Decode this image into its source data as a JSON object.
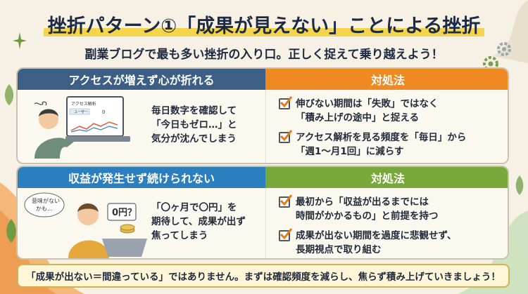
{
  "title": "挫折パターン①「成果が見えない」ことによる挫折",
  "subtitle": "副業ブログで最も多い挫折の入り口。正しく捉えて乗り越えよう！",
  "panel1": {
    "problem_title": "アクセスが増えず心が折れる",
    "solution_title": "対処法",
    "screen_title": "アクセス解析",
    "screen_user_label": "ユーザー",
    "screen_zero": "0",
    "quote_lines": [
      "毎日数字を確認して",
      "「今日もゼロ…」と",
      "気分が沈んでしまう"
    ],
    "items": [
      {
        "lines": [
          "伸びない期間は「失敗」ではなく",
          "「積み上げの途中」と捉える"
        ]
      },
      {
        "lines": [
          "アクセス解析を見る頻度を「毎日」から",
          "「週1〜月1回」に減らす"
        ]
      }
    ]
  },
  "panel2": {
    "problem_title": "収益が発生せず続けられない",
    "solution_title": "対処法",
    "bubble_lines": [
      "意味がない",
      "かも…"
    ],
    "sign_text": "0円？",
    "quote_lines": [
      "「〇ヶ月で〇円」を",
      "期待して、成果が出ず",
      "焦ってしまう"
    ],
    "items": [
      {
        "lines": [
          "最初から「収益が出るまでには",
          "時間がかかるもの」と前提を持つ"
        ]
      },
      {
        "lines": [
          "成果が出ない期間を過度に悲観せず、",
          "長期視点で取り組む"
        ]
      }
    ]
  },
  "footer": "「成果が出ない＝間違っている」ではありません。まずは確認頻度を減らし、焦らず積み上げていきましょう！",
  "colors": {
    "panel1_left": "#3d5f86",
    "panel1_right": "#ef8a22",
    "panel2_left": "#2c7fbe",
    "panel2_right": "#78a83a",
    "highlight": "#f3d44a"
  }
}
